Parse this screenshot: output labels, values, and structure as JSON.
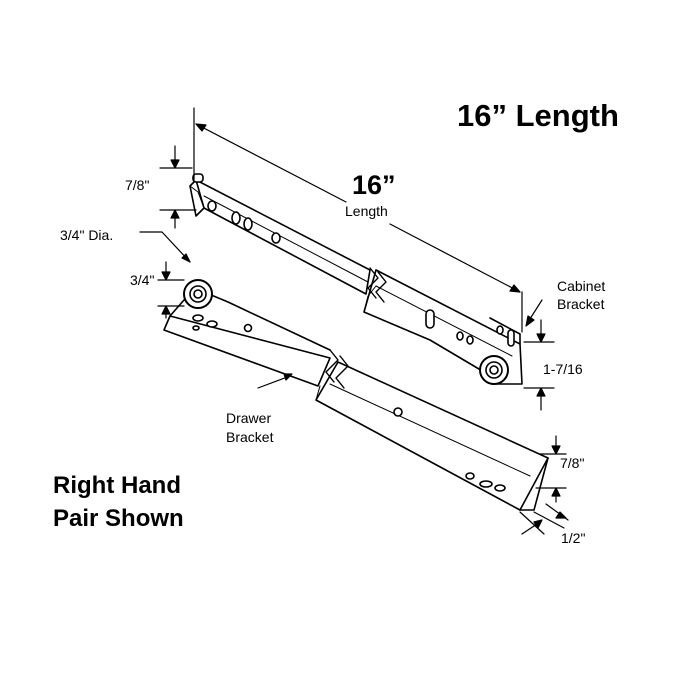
{
  "heading": "16” Length",
  "length_value": "16”",
  "length_word": "Length",
  "dim_top_height": "7/8\"",
  "dim_roller_dia": "3/4\" Dia.",
  "dim_roller_offset": "3/4\"",
  "cabinet_label_1": "Cabinet",
  "cabinet_label_2": "Bracket",
  "dim_cabinet_height": "1-7/16",
  "drawer_label_1": "Drawer",
  "drawer_label_2": "Bracket",
  "dim_drawer_flange": "7/8\"",
  "dim_drawer_width": "1/2\"",
  "caption_line1": "Right Hand",
  "caption_line2": "Pair Shown",
  "colors": {
    "ink": "#000000",
    "background": "#ffffff"
  }
}
